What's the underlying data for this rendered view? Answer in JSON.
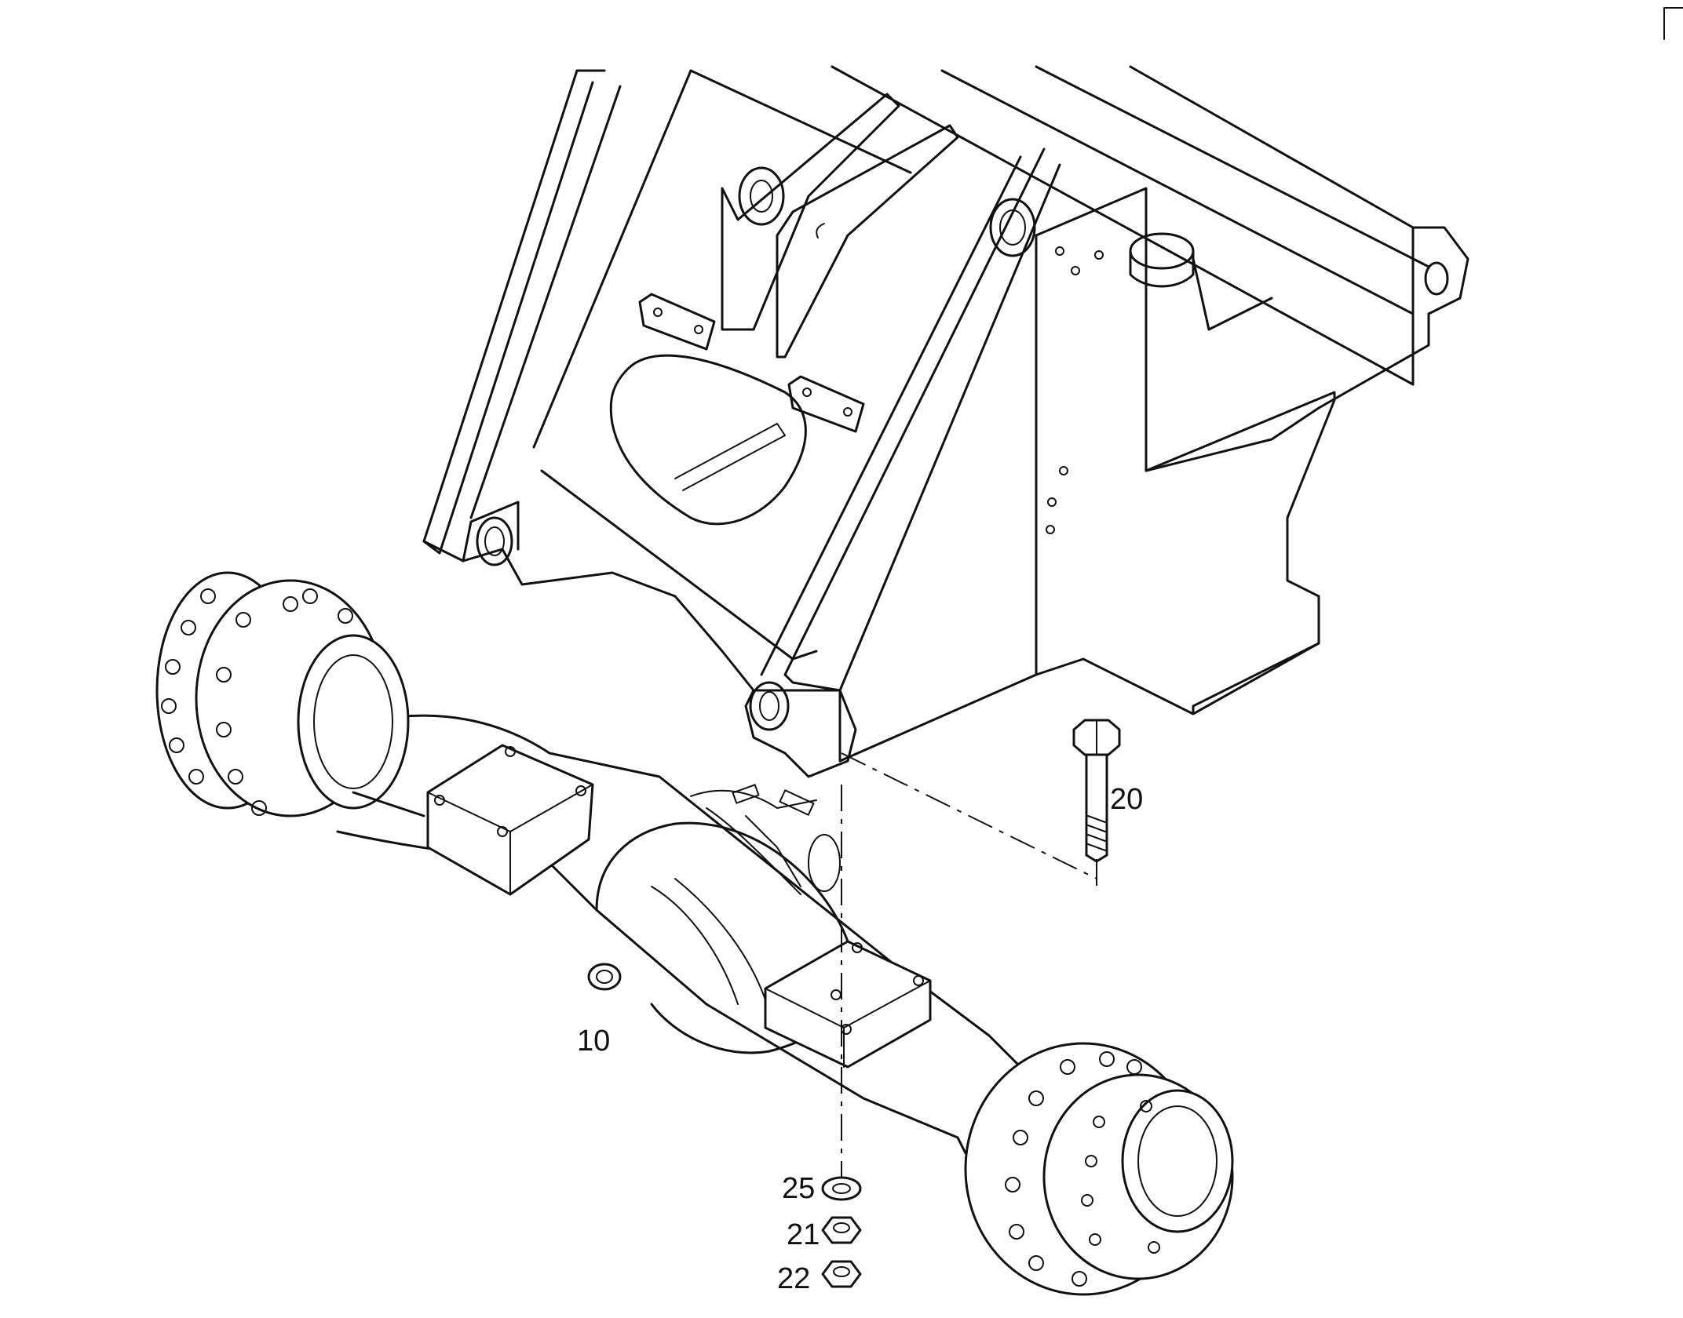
{
  "callouts": {
    "axle": "10",
    "bolt": "20",
    "washer": "25",
    "nut": "21",
    "locknut": "22"
  }
}
